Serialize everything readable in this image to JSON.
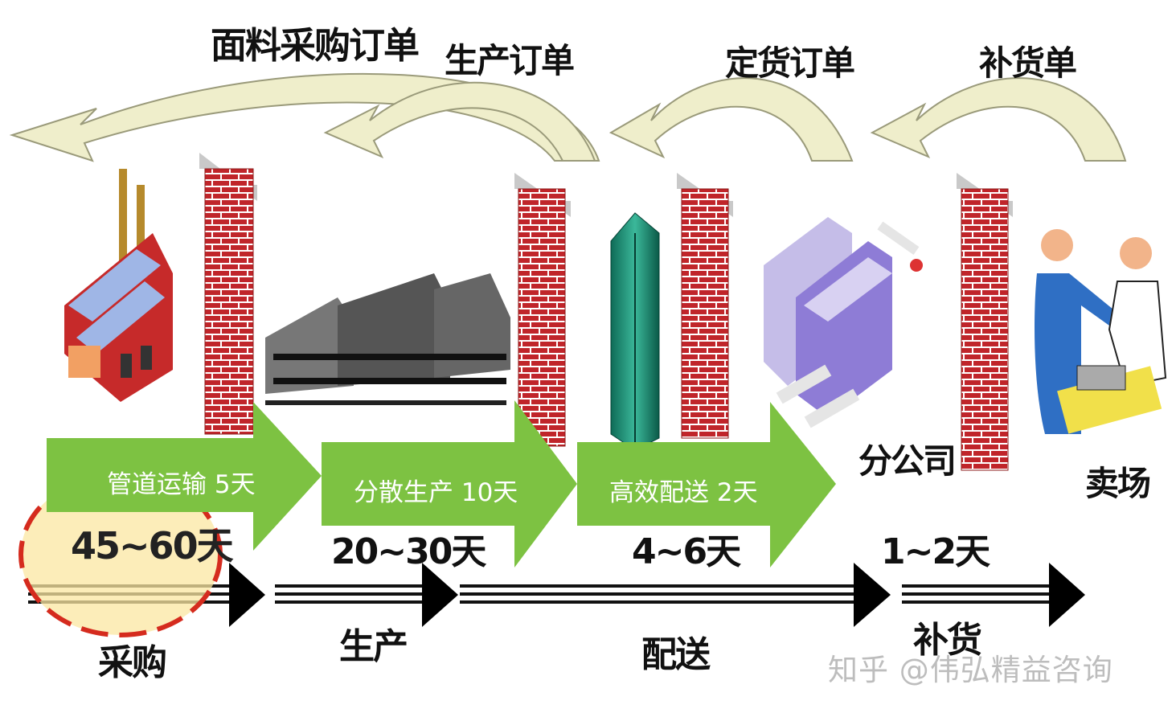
{
  "orders": {
    "fabric_purchase": "面料采购订单",
    "production": "生产订单",
    "booking": "定货订单",
    "replenish": "补货单"
  },
  "nodes": {
    "branch": "分公司",
    "store": "卖场"
  },
  "durations": {
    "purchase": "45~60天",
    "production": "20~30天",
    "delivery": "4~6天",
    "replenish": "1~2天"
  },
  "stages": {
    "purchase": "采购",
    "production": "生产",
    "delivery": "配送",
    "replenish": "补货"
  },
  "improvements": {
    "pipeline": "管道运输 5天",
    "distributed": "分散生产 10天",
    "efficient": "高效配送 2天"
  },
  "watermark": "知乎 @伟弘精益咨询",
  "colors": {
    "green_arrow": "#7dc242",
    "curved_arrow": "#efeecb",
    "brick": "#c0252a",
    "highlight_fill": "#fbe7a1",
    "highlight_border": "#d52b1e"
  }
}
